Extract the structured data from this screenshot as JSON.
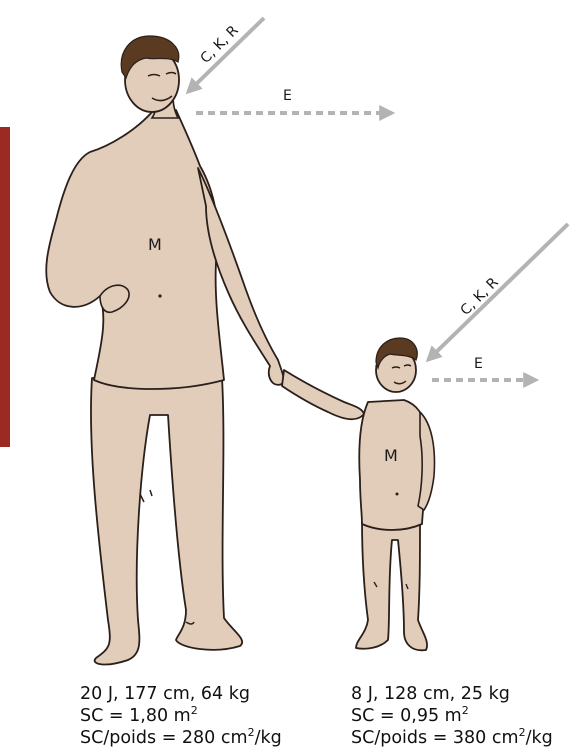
{
  "colors": {
    "skin": "#e2ccba",
    "outline": "#2a1f1a",
    "hair": "#5b3a22",
    "arrow": "#b3b3b3",
    "side_bar": "#9b2a22"
  },
  "labels": {
    "adult_in": "C, K, R",
    "adult_out": "E",
    "adult_body": "M",
    "child_in": "C, K, R",
    "child_out": "E",
    "child_body": "M"
  },
  "adult": {
    "line1": "20 J, 177 cm, 64 kg",
    "sc_prefix": "SC = 1,80 m",
    "sc_exp": "2",
    "ratio_prefix": "SC/poids = 280 cm",
    "ratio_exp": "2",
    "ratio_suffix": "/kg"
  },
  "child": {
    "line1": "8 J, 128 cm, 25 kg",
    "sc_prefix": "SC = 0,95 m",
    "sc_exp": "2",
    "ratio_prefix": "SC/poids = 380 cm",
    "ratio_exp": "2",
    "ratio_suffix": "/kg"
  }
}
